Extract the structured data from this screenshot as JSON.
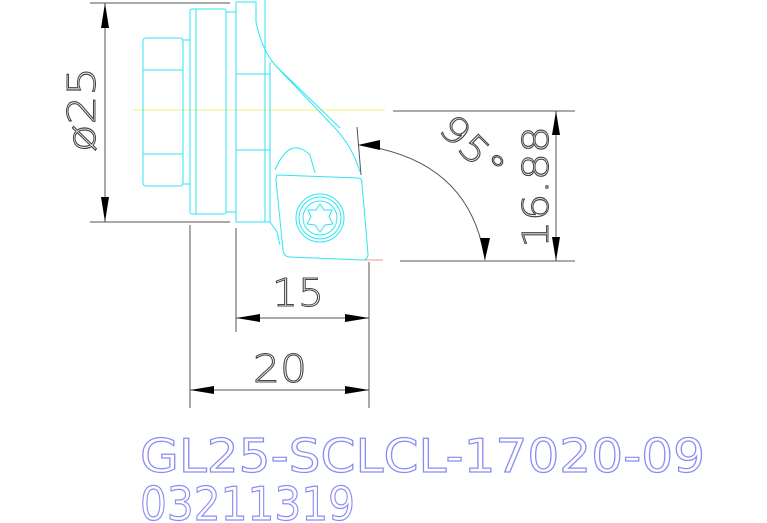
{
  "drawing": {
    "dimensions": {
      "diameter": "ø25",
      "angle": "95°",
      "height": "16.88",
      "width_inner": "15",
      "width_outer": "20"
    },
    "part_number": "GL25-SCLCL-17020-09",
    "code": "03211319",
    "colors": {
      "part": "#2ee6f0",
      "centerline": "#f5f07a",
      "dimension": "#555555",
      "label": "#8a8cf0"
    }
  }
}
